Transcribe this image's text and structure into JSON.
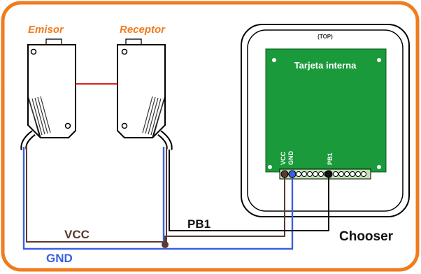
{
  "diagram": {
    "sensors": {
      "emitter_label": "Emisor",
      "receiver_label": "Receptor"
    },
    "device": {
      "top_label": "(TOP)",
      "board_label": "Tarjeta interna",
      "name": "Chooser",
      "pin_labels": {
        "vcc": "VCC",
        "gnd": "GND",
        "pb1": "PB1"
      }
    },
    "wires": {
      "vcc": {
        "label": "VCC",
        "color": "#5a3a2e"
      },
      "gnd": {
        "label": "GND",
        "color": "#3a5fe0"
      },
      "pb1": {
        "label": "PB1",
        "color": "#111111"
      },
      "beam_color": "#dd2020"
    },
    "colors": {
      "frame": "#f07c1e",
      "accent_text": "#f07c1e",
      "board": "#1a9a3a",
      "connector": "#bfe3b4"
    }
  }
}
